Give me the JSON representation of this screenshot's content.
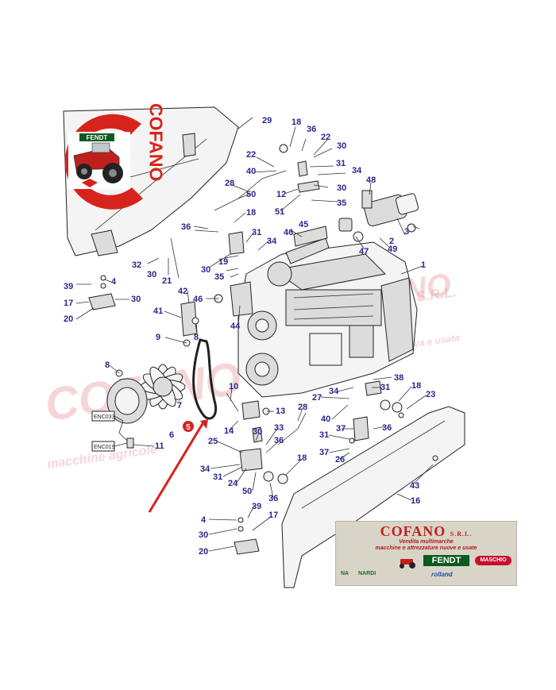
{
  "watermark": {
    "brand": "COFANO",
    "suffix": "S.R.L.",
    "tagline1": "macchine agricole",
    "tagline2": "nuova e usata"
  },
  "logo": {
    "letter": "C",
    "brand": "COFANO",
    "tractor_badge": "FENDT"
  },
  "banner": {
    "title": "COFANO",
    "suffix": "S.R.L.",
    "line1": "Vendita multimarche",
    "line2": "macchine e attrezzature nuove e usate",
    "brands": [
      "NA",
      "NARDI",
      "FENDT",
      "MASCHIO",
      "rolland"
    ]
  },
  "highlight": {
    "label": "5",
    "color": "#d6241c"
  },
  "part_labels": {
    "p1": "1",
    "p2": "2",
    "p3": "3",
    "p4a": "4",
    "p4b": "4",
    "p6": "6",
    "p7": "7",
    "p8a": "8",
    "p8b": "8",
    "p9": "9",
    "p10": "10",
    "p11": "11",
    "p12": "12",
    "p13": "13",
    "p14": "14",
    "p16": "16",
    "p17a": "17",
    "p17b": "17",
    "p18a": "18",
    "p18b": "18",
    "p18c": "18",
    "p18d": "18",
    "p19": "19",
    "p20a": "20",
    "p20b": "20",
    "p21": "21",
    "p22a": "22",
    "p22b": "22",
    "p23": "23",
    "p24": "24",
    "p25": "25",
    "p26": "26",
    "p27": "27",
    "p28a": "28",
    "p28b": "28",
    "p29": "29",
    "p30a": "30",
    "p30b": "30",
    "p30c": "30",
    "p30d": "30",
    "p30e": "30",
    "p30f": "30",
    "p30g": "30",
    "p31a": "31",
    "p31b": "31",
    "p31c": "31",
    "p31d": "31",
    "p31e": "31",
    "p32": "32",
    "p33": "33",
    "p34a": "34",
    "p34b": "34",
    "p34c": "34",
    "p34d": "34",
    "p35a": "35",
    "p35b": "35",
    "p36a": "36",
    "p36b": "36",
    "p36c": "36",
    "p36d": "36",
    "p37a": "37",
    "p37b": "37",
    "p38": "38",
    "p39a": "39",
    "p39b": "39",
    "p40a": "40",
    "p40b": "40",
    "p41": "41",
    "p42": "42",
    "p43": "43",
    "p44": "44",
    "p45": "45",
    "p46a": "46",
    "p46b": "46",
    "p47": "47",
    "p48": "48",
    "p49": "49",
    "p50a": "50",
    "p50b": "50",
    "p51": "51",
    "enc033": "ENC033",
    "enc019": "ENC019"
  },
  "colors": {
    "label_blue": "#27278c",
    "brand_red": "#d6241c",
    "fendt_green": "#0b5a1f"
  }
}
